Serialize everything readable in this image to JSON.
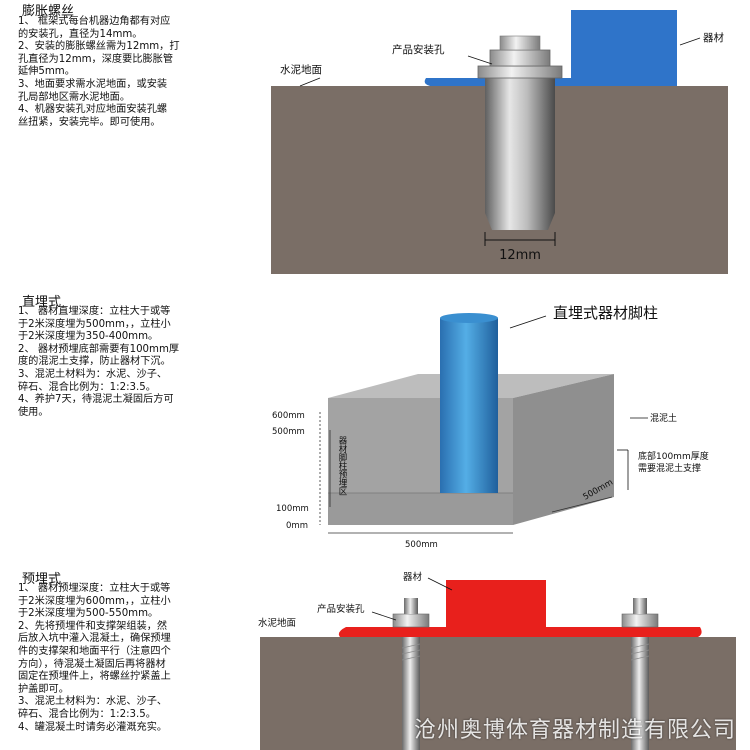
{
  "sections": {
    "expansion": {
      "title": "膨胀螺丝",
      "lines": [
        "1、 框架式每台机器边角都有对应",
        "的安装孔，直径为14mm。",
        "2、安装的膨胀螺丝需为12mm，打",
        "孔直径为12mm，深度要比膨胀管",
        "延伸5mm。",
        "3、地面要求需水泥地面，或安装",
        "孔局部地区需水泥地面。",
        "4、机器安装孔对应地面安装孔螺",
        "丝扭紧，安装完毕。即可使用。"
      ],
      "labels": {
        "product_hole": "产品安装孔",
        "equipment": "器材",
        "cement_floor": "水泥地面",
        "dimension": "12mm"
      }
    },
    "direct": {
      "title": "直埋式",
      "lines": [
        "1、 器材直埋深度：立柱大于或等",
        "于2米深度埋为500mm，，立柱小",
        "于2米深度埋为350-400mm。",
        "2、 器材预埋底部需要有100mm厚",
        "度的混泥土支撑，防止器材下沉。",
        "3、混泥土材料为：水泥、沙子、",
        "碎石、混合比例为：1:2:3.5。",
        "4、养护7天，待混泥土凝固后方可",
        "使用。"
      ],
      "labels": {
        "big_title": "直埋式器材脚柱",
        "concrete": "混泥土",
        "bottom_note_1": "底部100mm厚度",
        "bottom_note_2": "需要混泥土支撑",
        "depth_mark_600": "600mm",
        "depth_mark_500": "500mm",
        "depth_mark_100": "100mm",
        "depth_mark_0": "0mm",
        "width_front": "500mm",
        "width_side": "500mm",
        "zone_label": "器材脚柱预埋区"
      }
    },
    "embedded": {
      "title": "预埋式",
      "lines": [
        "1、 器材预埋深度：立柱大于或等",
        "于2米深度埋为600mm，，立柱小",
        "于2米深度埋为500-550mm。",
        "2、先将预埋件和支撑架组装，然",
        "后放入坑中灌入混凝土，确保预埋",
        "件的支撑架和地面平行（注意四个",
        "方向），待混凝土凝固后再将器材",
        "固定在预埋件上，将螺丝拧紧盖上",
        "护盖即可。",
        "3、混泥土材料为：水泥、沙子、",
        "碎石、混合比例为：1:2:3.5。",
        "4、罐混凝土时请务必灌溉充实。"
      ],
      "labels": {
        "equipment": "器材",
        "product_hole": "产品安装孔",
        "cement_floor": "水泥地面"
      }
    }
  },
  "watermark": "沧州奥博体育器材制造有限公司",
  "colors": {
    "concrete": "#7a6e66",
    "bracket_blue": "#2f74c9",
    "post_blue": "#3a8fd0",
    "plate_red": "#e8201c",
    "box_gray": "#a3a3a3"
  }
}
